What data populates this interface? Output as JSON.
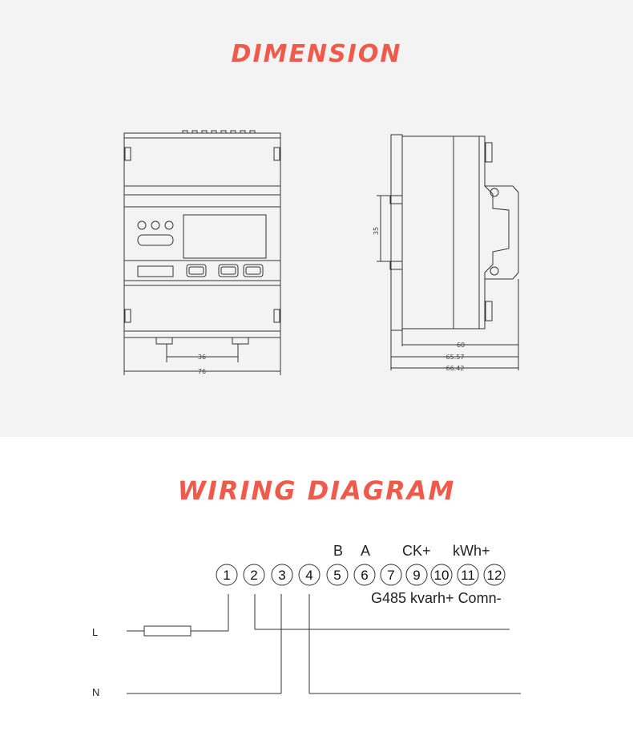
{
  "dimension": {
    "title": "DIMENSION",
    "front_view": {
      "width_label": "76",
      "rail_label": "36"
    },
    "side_view": {
      "height_label": "35",
      "depth_labels": [
        "60",
        "65.57",
        "66.42"
      ]
    }
  },
  "wiring": {
    "title": "WIRING DIAGRAM",
    "terminals": [
      "1",
      "2",
      "3",
      "4",
      "5",
      "6",
      "7",
      "9",
      "10",
      "11",
      "12"
    ],
    "top_labels": {
      "b": "B",
      "a": "A",
      "ck": "CK+",
      "kwh": "kWh+"
    },
    "bottom_label": "G485 kvarh+ Comn-",
    "lines": {
      "live": "L",
      "neutral": "N"
    }
  }
}
